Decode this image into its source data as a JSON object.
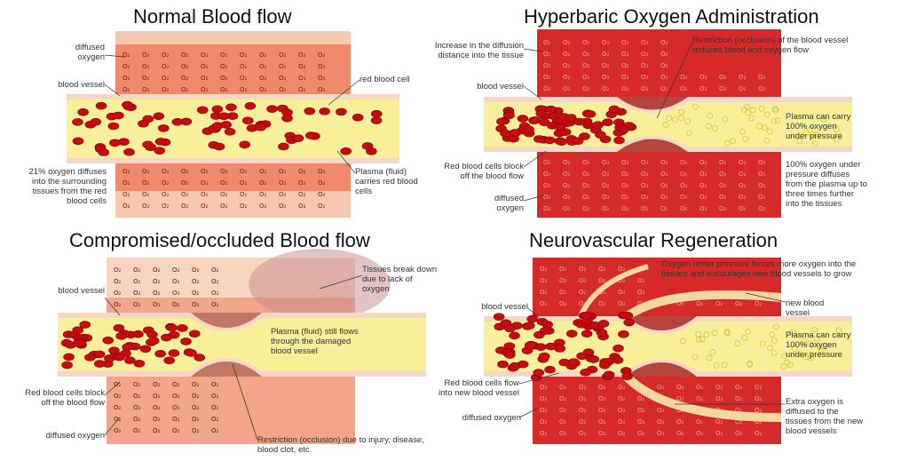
{
  "o2_symbol": "O₂",
  "colors": {
    "tissue_dark": "#d62a2a",
    "tissue_light": "#f4b79a",
    "plasma": "#f7ef9a",
    "vessel_wall": "#f6d7c6",
    "rbc": "#c40d12"
  },
  "panels": [
    {
      "title": "Normal Blood flow",
      "labels": {
        "diffused_oxygen": "diffused oxygen",
        "blood_vessel": "blood vessel",
        "red_blood_cell": "red blood cell",
        "oxygen_21": "21% oxygen diffuses into the surrounding tissues from the red blood cells",
        "plasma": "Plasma (fluid) carries red blood cells"
      }
    },
    {
      "title": "Hyperbaric Oxygen Administration",
      "labels": {
        "diffusion_distance": "Increase in the diffusion distance into the tissue",
        "blood_vessel": "blood vessel",
        "rbc_block": "Red blood cells block off the blood flow",
        "diffused_oxygen": "diffused oxygen",
        "restriction": "Restriction (occlusion) of the blood vessel reduces blood and oxygen flow",
        "plasma": "Plasma can carry 100% oxygen under pressure",
        "oxygen_100": "100% oxygen under pressure diffuses from the plasma up to three times further into the tissues"
      }
    },
    {
      "title": "Compromised/occluded  Blood flow",
      "labels": {
        "tissues_break": "Tissues break down due to lack of oxygen",
        "blood_vessel": "blood vessel",
        "plasma": "Plasma (fluid) still flows through the damaged blood vessel",
        "rbc_block": "Red blood cells block off the blood flow",
        "diffused_oxygen": "diffused oxygen",
        "restriction": "Restriction (occlusion) due to injury, disease, blood clot, etc."
      }
    },
    {
      "title": "Neurovascular Regeneration",
      "labels": {
        "oxygen_forces": "Oxygen under pressure forces more oxygen into the tissues and encourages new blood vessels to grow",
        "new_vessel": "new blood vessel",
        "blood_vessel": "blood vessel",
        "plasma": "Plasma can carry 100% oxygen under pressure",
        "rbc_flow": "Red blood cells flow into new blood vessel",
        "diffused_oxygen": "diffused oxygen",
        "extra_oxygen": "Extra oxygen is diffused to the tissues from the new blood vessels"
      }
    }
  ]
}
